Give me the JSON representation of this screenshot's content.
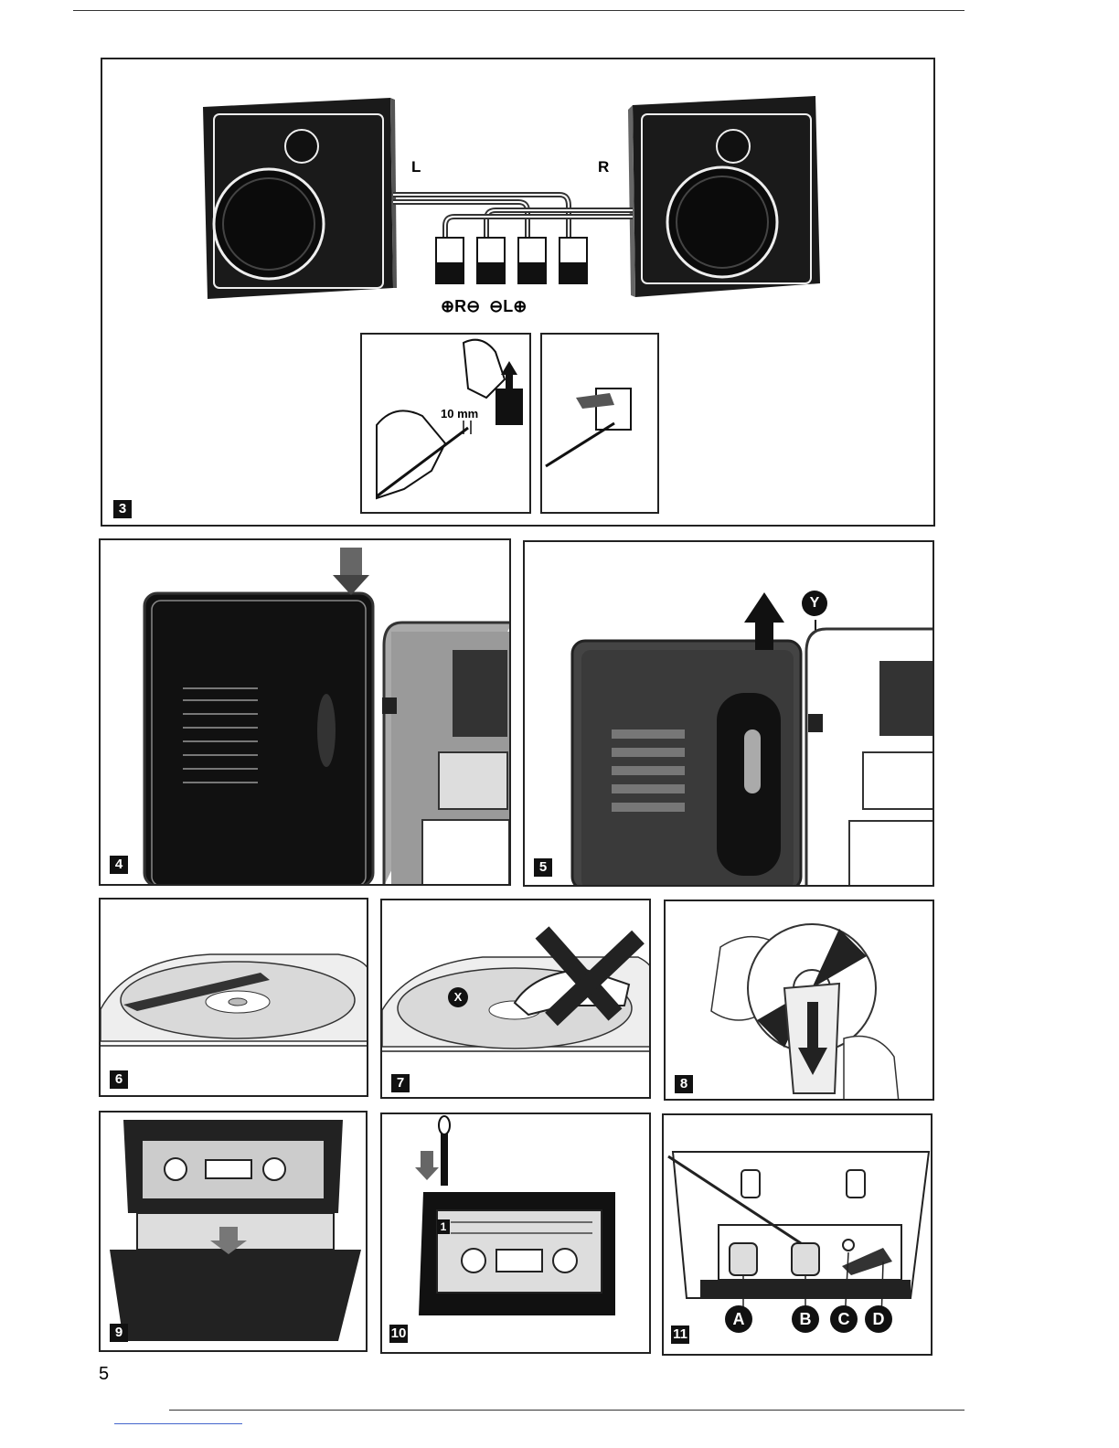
{
  "page_number": "5",
  "figures": {
    "f3": {
      "number": "3",
      "label_left": "L",
      "label_right": "R",
      "terminal_text": "⊕R⊖  ⊖L⊕",
      "measure": "10 mm"
    },
    "f4": {
      "number": "4"
    },
    "f5": {
      "number": "5",
      "marker": "Y"
    },
    "f6": {
      "number": "6"
    },
    "f7": {
      "number": "7",
      "marker": "X"
    },
    "f8": {
      "number": "8"
    },
    "f9": {
      "number": "9"
    },
    "f10": {
      "number": "10",
      "tag": "1"
    },
    "f11": {
      "number": "11",
      "markers": [
        "A",
        "B",
        "C",
        "D"
      ]
    }
  }
}
